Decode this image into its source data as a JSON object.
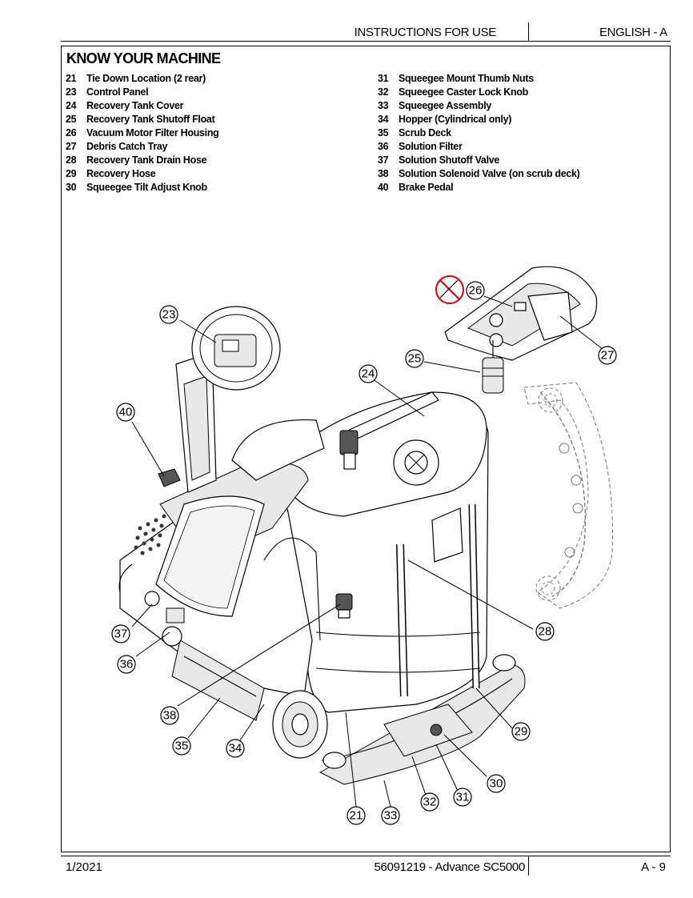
{
  "header": {
    "title": "INSTRUCTIONS FOR USE",
    "language": "ENGLISH - A"
  },
  "section_title": "KNOW YOUR MACHINE",
  "items_left": [
    {
      "num": "21",
      "label": "Tie Down Location (2 rear)"
    },
    {
      "num": "23",
      "label": "Control Panel"
    },
    {
      "num": "24",
      "label": "Recovery Tank Cover"
    },
    {
      "num": "25",
      "label": "Recovery Tank Shutoff Float"
    },
    {
      "num": "26",
      "label": "Vacuum Motor Filter Housing"
    },
    {
      "num": "27",
      "label": "Debris Catch Tray"
    },
    {
      "num": "28",
      "label": "Recovery Tank Drain Hose"
    },
    {
      "num": "29",
      "label": "Recovery Hose"
    },
    {
      "num": "30",
      "label": "Squeegee Tilt Adjust Knob"
    }
  ],
  "items_right": [
    {
      "num": "31",
      "label": "Squeegee Mount Thumb Nuts"
    },
    {
      "num": "32",
      "label": "Squeegee Caster Lock Knob"
    },
    {
      "num": "33",
      "label": "Squeegee Assembly"
    },
    {
      "num": "34",
      "label": "Hopper (Cylindrical only)"
    },
    {
      "num": "35",
      "label": "Scrub Deck"
    },
    {
      "num": "36",
      "label": "Solution Filter"
    },
    {
      "num": "37",
      "label": "Solution Shutoff Valve"
    },
    {
      "num": "38",
      "label": "Solution Solenoid Valve (on scrub deck)"
    },
    {
      "num": "40",
      "label": "Brake Pedal"
    }
  ],
  "callouts": [
    "21",
    "23",
    "24",
    "25",
    "26",
    "27",
    "28",
    "29",
    "30",
    "31",
    "32",
    "33",
    "34",
    "35",
    "36",
    "37",
    "38",
    "40"
  ],
  "footer": {
    "date": "1/2021",
    "doc": "56091219 - Advance SC5000",
    "page": "A - 9"
  }
}
